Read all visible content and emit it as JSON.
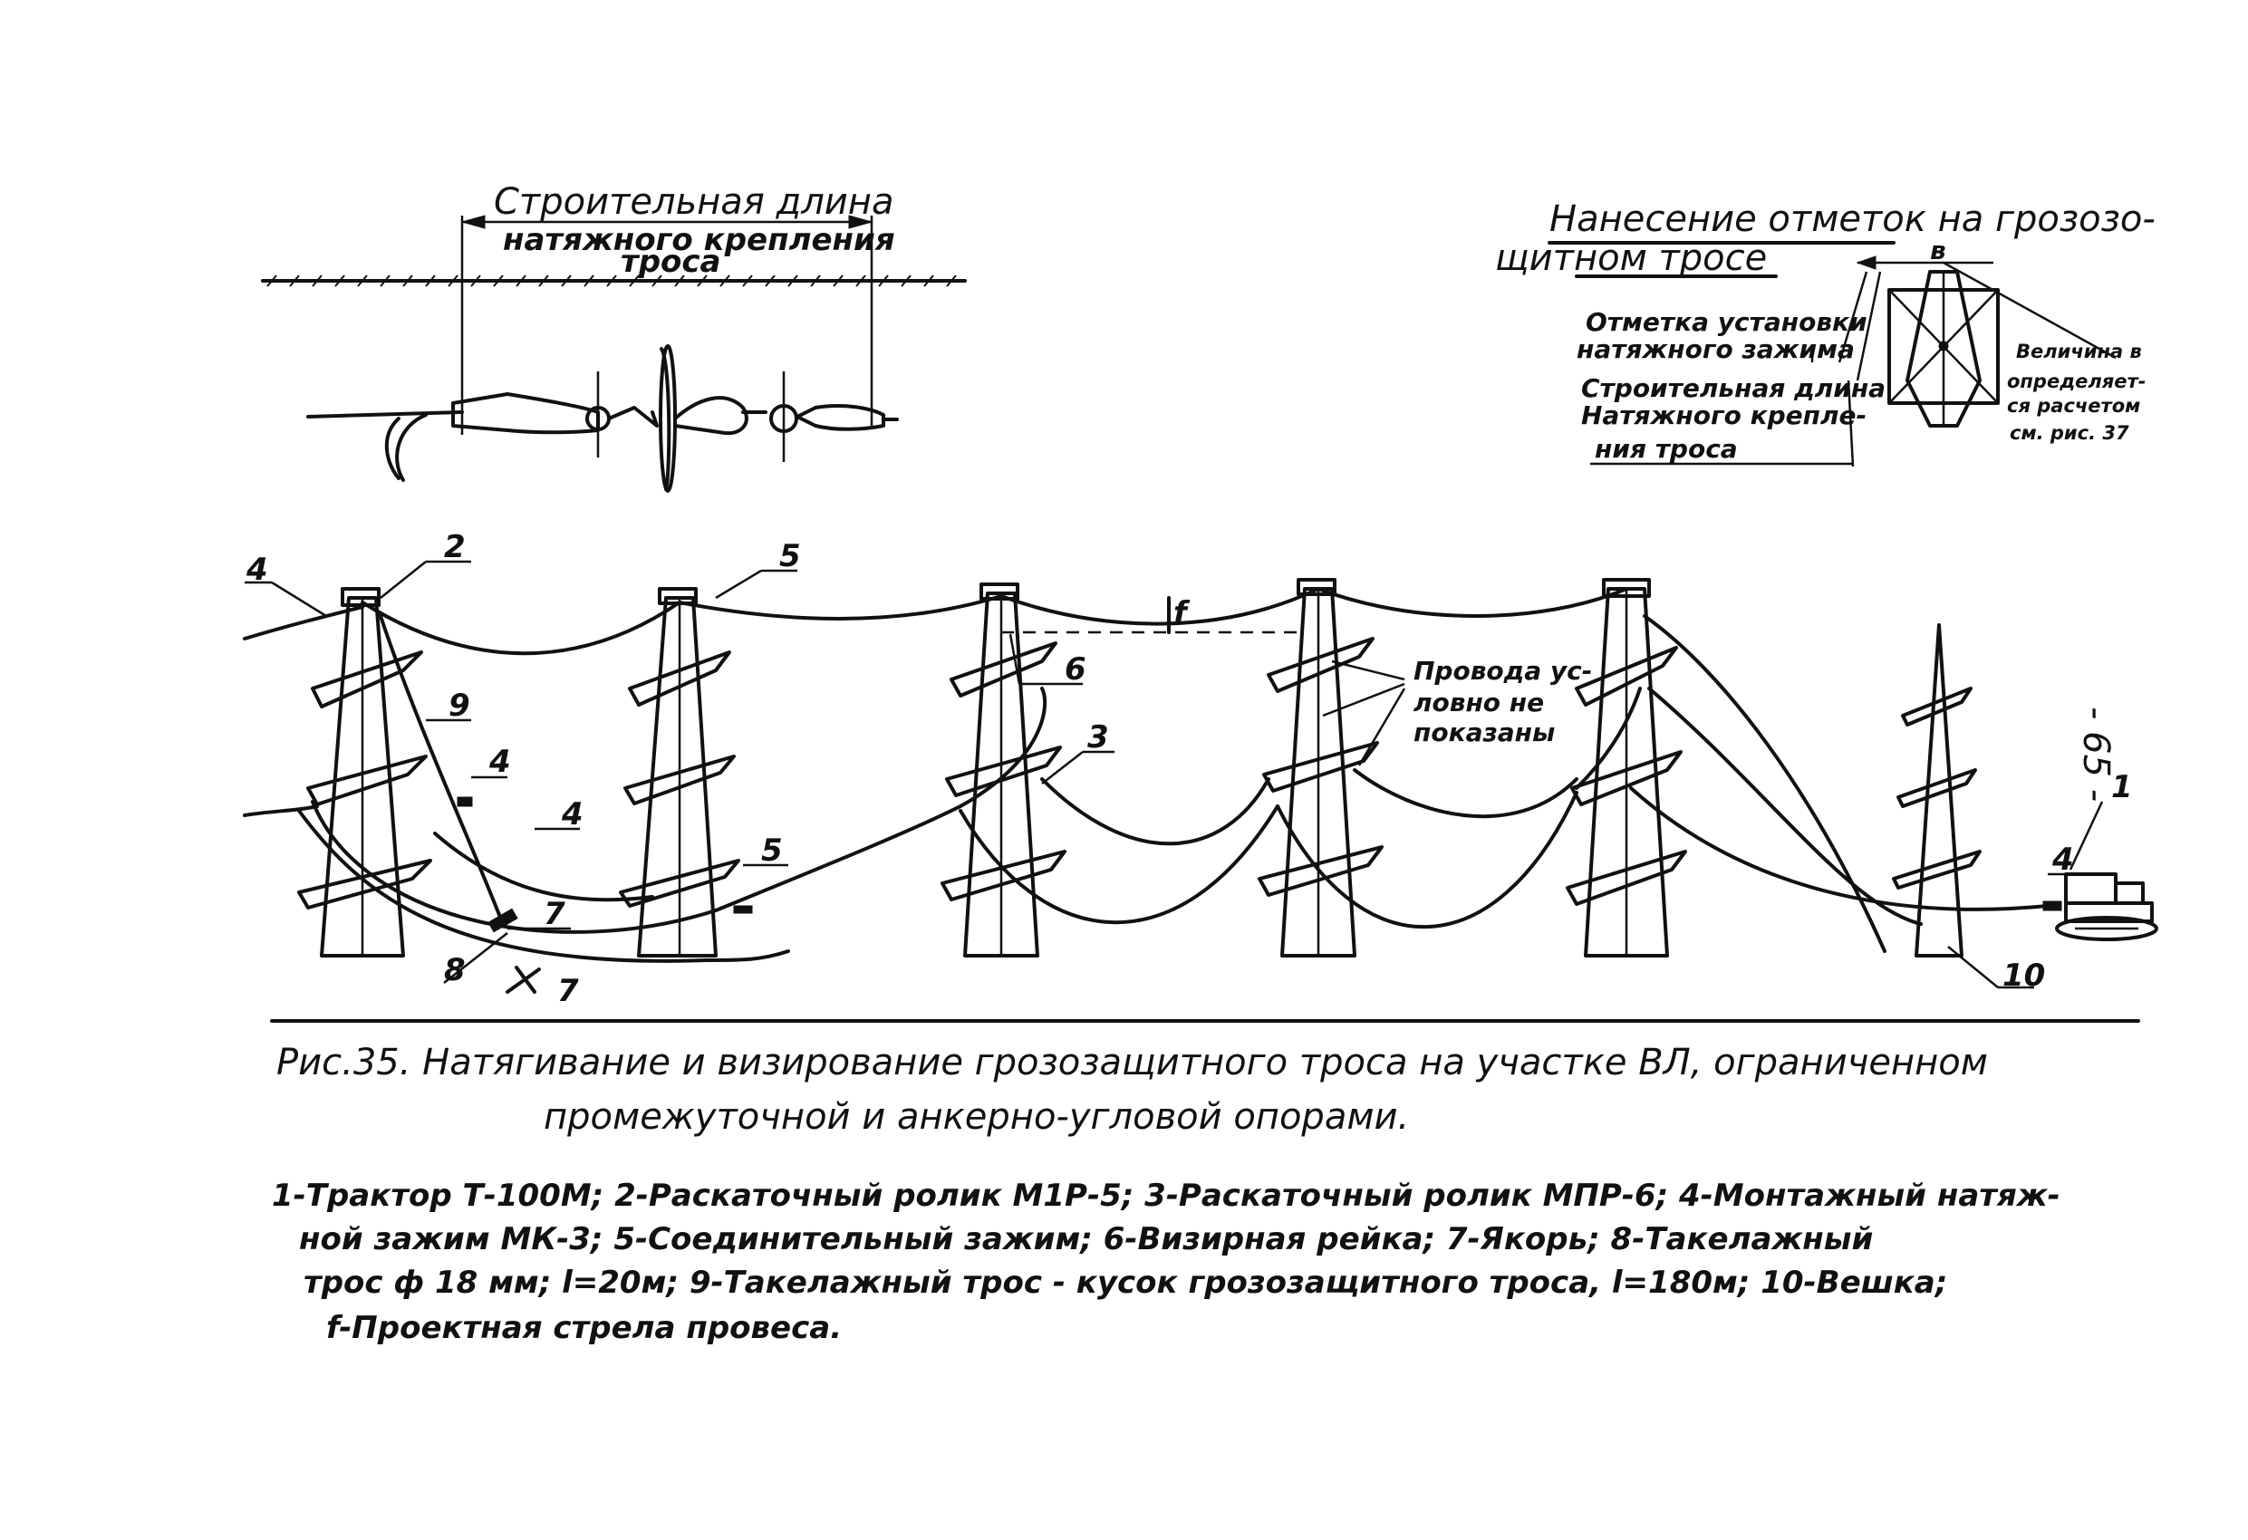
{
  "top_left_detail": {
    "dimension_label_1": "Строительная длина",
    "dimension_label_2": "натяжного крепления",
    "dimension_label_3": "троса"
  },
  "top_right_detail": {
    "heading_1": "Нанесение отметок на грозозо-",
    "heading_2": "щитном тросе",
    "marker_b": "в",
    "mark_label_1": "Отметка установки",
    "mark_label_2": "натяжного зажима",
    "length_label_1": "Строительная длина",
    "length_label_2": "Натяжного крепле-",
    "length_label_3": "ния троса",
    "value_note_1": "Величина в",
    "value_note_2": "определяет-",
    "value_note_3": "ся расчетом",
    "value_note_4": "см. рис. 37"
  },
  "main_diagram": {
    "callouts": {
      "n1": "1",
      "n2": "2",
      "n3": "3",
      "n4a": "4",
      "n4b": "4",
      "n4c": "4",
      "n4d": "4",
      "n5a": "5",
      "n5b": "5",
      "n6": "6",
      "n7a": "7",
      "n7b": "7",
      "n8": "8",
      "n9": "9",
      "n10": "10",
      "sag": "f"
    },
    "wires_note_1": "Провода ус-",
    "wires_note_2": "ловно не",
    "wires_note_3": "показаны"
  },
  "page_number": "- 65 -",
  "caption": {
    "line1": "Рис.35. Натягивание и визирование грозозащитного троса на участке ВЛ, ограниченном",
    "line2": "промежуточной и анкерно-угловой опорами."
  },
  "legend": {
    "line1": "1-Трактор Т-100М; 2-Раскаточный ролик М1Р-5; 3-Раскаточный ролик МПР-6; 4-Монтажный натяж-",
    "line2": "ной зажим МК-3; 5-Соединительный зажим; 6-Визирная рейка; 7-Якорь; 8-Такелажный",
    "line3": "трос ф 18 мм; l=20м; 9-Такелажный трос - кусок грозозащитного троса, l=180м; 10-Вешка;",
    "line4": "f-Проектная стрела провеса."
  }
}
